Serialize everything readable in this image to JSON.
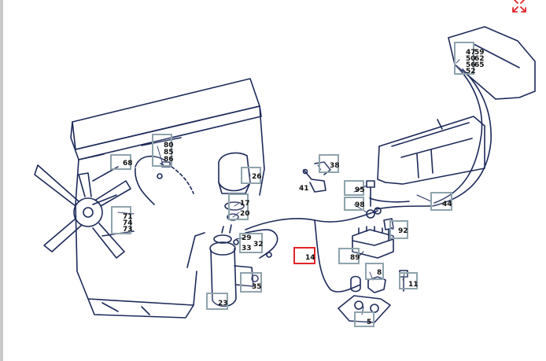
{
  "diagram": {
    "accent_color": "#e0252b",
    "callout_color": "#8fa3ad",
    "line_color": "#1d2a5a",
    "selected_callout": "14",
    "callouts": {
      "c68": "68",
      "c80": "80",
      "c85": "85",
      "c86": "86",
      "c71": "71",
      "c74": "74",
      "c73": "73",
      "c26": "26",
      "c17": "17",
      "c20": "20",
      "c29": "29",
      "c32": "32",
      "c33": "33",
      "c23": "23",
      "c35": "35",
      "c14": "14",
      "c38": "38",
      "c95": "95",
      "c98": "98",
      "c92": "92",
      "c89": "89",
      "c8": "8",
      "c11": "11",
      "c5": "5",
      "c44": "44",
      "c47": "47",
      "c50": "50",
      "c56": "56",
      "c52": "52",
      "c59": "59",
      "c62": "62",
      "c65": "65"
    },
    "plain_labels": {
      "l41": "41"
    }
  },
  "toolbar": {
    "fullscreen_icon": "expand-arrows-icon"
  }
}
